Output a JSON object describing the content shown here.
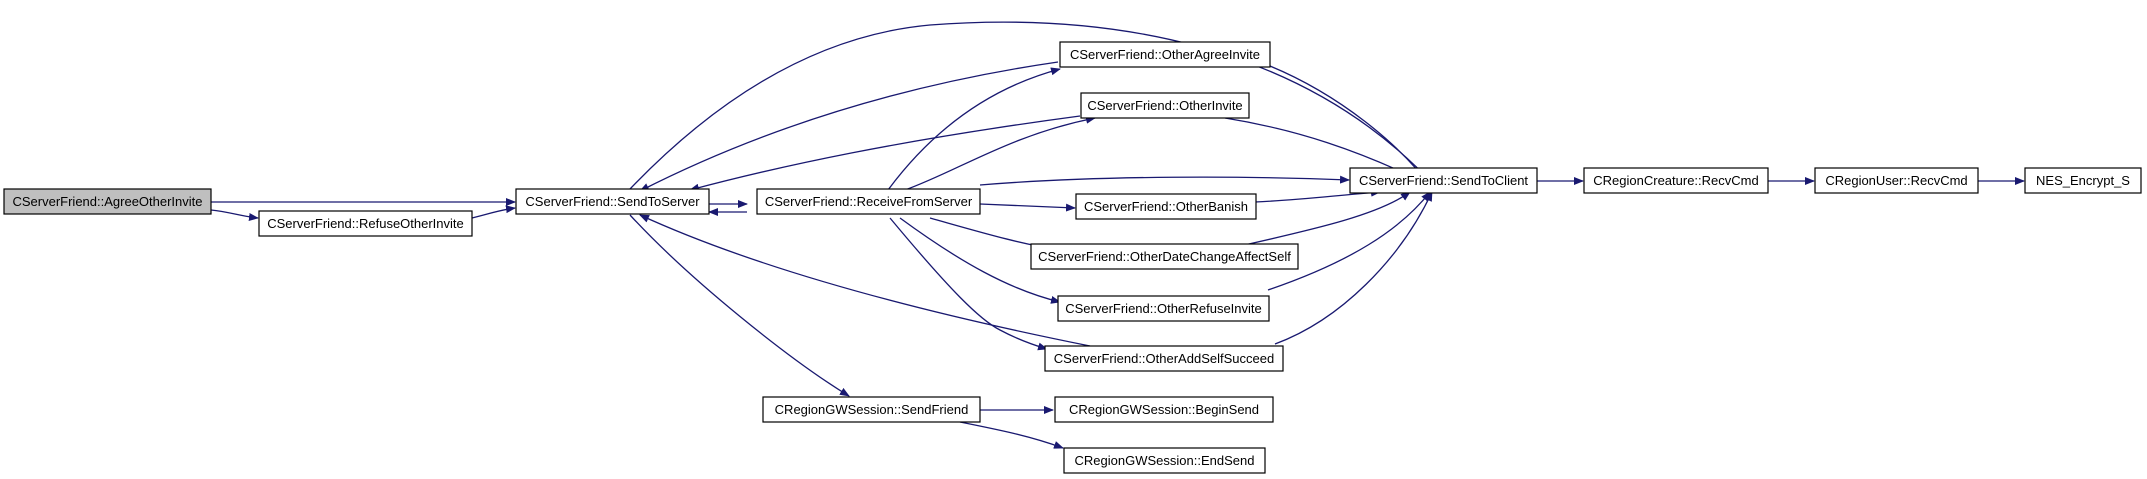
{
  "style": {
    "edge_color": "#191970",
    "node_fill": "#ffffff",
    "root_fill": "#bfbfbf",
    "border_color": "#000000"
  },
  "nodes": {
    "agree": "CServerFriend::AgreeOtherInvite",
    "refuse": "CServerFriend::RefuseOtherInvite",
    "sendToServer": "CServerFriend::SendToServer",
    "receiveFromServer": "CServerFriend::ReceiveFromServer",
    "otherAgreeInvite": "CServerFriend::OtherAgreeInvite",
    "otherInvite": "CServerFriend::OtherInvite",
    "otherBanish": "CServerFriend::OtherBanish",
    "otherDateChange": "CServerFriend::OtherDateChangeAffectSelf",
    "otherRefuseInvite": "CServerFriend::OtherRefuseInvite",
    "otherAddSelfSucceed": "CServerFriend::OtherAddSelfSucceed",
    "sendToClient": "CServerFriend::SendToClient",
    "regionCreatureRecv": "CRegionCreature::RecvCmd",
    "regionUserRecv": "CRegionUser::RecvCmd",
    "nesEncrypt": "NES_Encrypt_S",
    "gwSendFriend": "CRegionGWSession::SendFriend",
    "gwBeginSend": "CRegionGWSession::BeginSend",
    "gwEndSend": "CRegionGWSession::EndSend"
  },
  "root_node": "agree",
  "edges": [
    [
      "agree",
      "sendToServer"
    ],
    [
      "agree",
      "refuse"
    ],
    [
      "refuse",
      "sendToServer"
    ],
    [
      "sendToServer",
      "sendToClient"
    ],
    [
      "sendToServer",
      "receiveFromServer"
    ],
    [
      "sendToServer",
      "gwSendFriend"
    ],
    [
      "receiveFromServer",
      "sendToServer"
    ],
    [
      "receiveFromServer",
      "otherAgreeInvite"
    ],
    [
      "receiveFromServer",
      "otherInvite"
    ],
    [
      "receiveFromServer",
      "sendToClient"
    ],
    [
      "receiveFromServer",
      "otherBanish"
    ],
    [
      "receiveFromServer",
      "otherDateChange"
    ],
    [
      "receiveFromServer",
      "otherRefuseInvite"
    ],
    [
      "receiveFromServer",
      "otherAddSelfSucceed"
    ],
    [
      "otherAgreeInvite",
      "sendToServer"
    ],
    [
      "otherAgreeInvite",
      "sendToClient"
    ],
    [
      "otherInvite",
      "sendToServer"
    ],
    [
      "otherInvite",
      "sendToClient"
    ],
    [
      "otherBanish",
      "sendToClient"
    ],
    [
      "otherDateChange",
      "sendToClient"
    ],
    [
      "otherRefuseInvite",
      "sendToClient"
    ],
    [
      "otherAddSelfSucceed",
      "sendToServer"
    ],
    [
      "otherAddSelfSucceed",
      "sendToClient"
    ],
    [
      "sendToClient",
      "regionCreatureRecv"
    ],
    [
      "regionCreatureRecv",
      "regionUserRecv"
    ],
    [
      "regionUserRecv",
      "nesEncrypt"
    ],
    [
      "gwSendFriend",
      "gwBeginSend"
    ],
    [
      "gwSendFriend",
      "gwEndSend"
    ]
  ]
}
